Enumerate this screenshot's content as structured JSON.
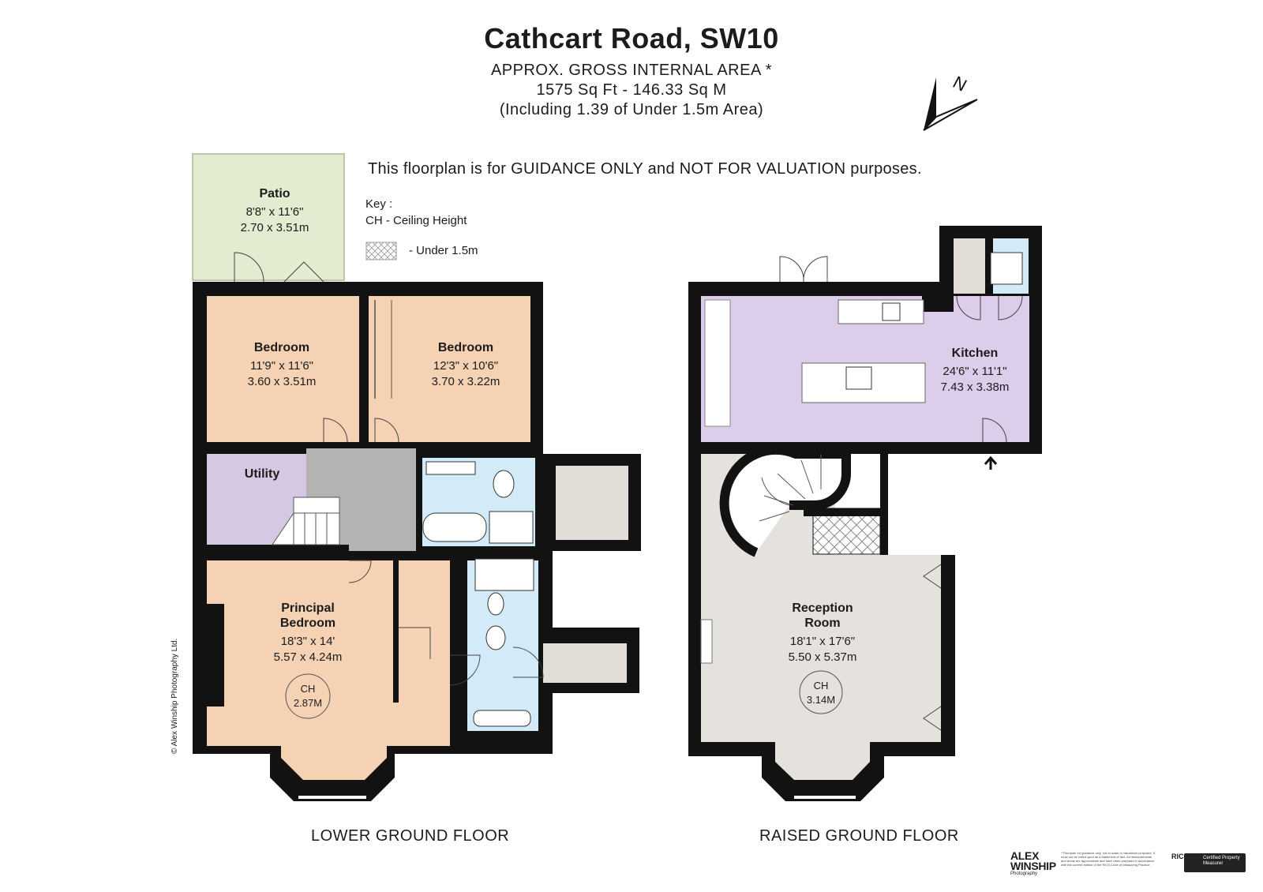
{
  "header": {
    "title": "Cathcart Road, SW10",
    "area_label": "APPROX. GROSS INTERNAL  AREA *",
    "area_value": "1575 Sq Ft  -  146.33 Sq M",
    "area_note": "(Including  1.39 of Under 1.5m Area)"
  },
  "disclaimer": "This floorplan is for GUIDANCE ONLY and NOT FOR VALUATION purposes.",
  "key": {
    "title": "Key :",
    "ch": "CH - Ceiling Height",
    "under": "- Under 1.5m"
  },
  "compass": {
    "label": "N",
    "icon": "north-arrow-icon"
  },
  "colors": {
    "bedroom": "#f6d2b4",
    "utility": "#d6c7e2",
    "hall": "#b3b3b3",
    "bathroom": "#d3ebf8",
    "store": "#e3ddd8",
    "patio": "#e3ebd1",
    "kitchen": "#dccdea",
    "reception": "#e5e1dc",
    "wall": "#121212"
  },
  "lower_ground": {
    "label": "LOWER GROUND FLOOR",
    "rooms": [
      {
        "id": "patio",
        "name": "Patio",
        "dims_imperial": "8'8\" x 11'6\"",
        "dims_metric": "2.70 x 3.51m"
      },
      {
        "id": "bedroom-rear-left",
        "name": "Bedroom",
        "dims_imperial": "11'9\" x 11'6\"",
        "dims_metric": "3.60 x 3.51m"
      },
      {
        "id": "bedroom-rear-right",
        "name": "Bedroom",
        "dims_imperial": "12'3\" x 10'6\"",
        "dims_metric": "3.70 x 3.22m"
      },
      {
        "id": "utility",
        "name": "Utility"
      },
      {
        "id": "principal-bedroom",
        "name_line1": "Principal",
        "name_line2": "Bedroom",
        "dims_imperial": "18'3\" x 14'",
        "dims_metric": "5.57 x 4.24m",
        "ch_label": "CH",
        "ch_value": "2.87M"
      }
    ]
  },
  "raised_ground": {
    "label": "RAISED GROUND FLOOR",
    "rooms": [
      {
        "id": "kitchen",
        "name": "Kitchen",
        "dims_imperial": "24'6\" x 11'1\"",
        "dims_metric": "7.43 x 3.38m"
      },
      {
        "id": "reception",
        "name_line1": "Reception",
        "name_line2": "Room",
        "dims_imperial": "18'1\" x 17'6\"",
        "dims_metric": "5.50 x 5.37m",
        "ch_label": "CH",
        "ch_value": "3.14M"
      }
    ]
  },
  "footer": {
    "copyright": "© Alex Winship Photography Ltd.",
    "logo_line1": "ALEX",
    "logo_line2": "WINSHIP",
    "logo_sub": "Photography",
    "fine_print": "* Floorplan for guidance only, not to scale or valuations purposes. It must not be relied upon as a statement of fact. All measurements and areas are approximate and have been prepared in accordance with the current edition of the RICS Code of Measuring Practice.",
    "rics_mark": "RICS",
    "rics_badge": "Certified Property Measurer"
  }
}
